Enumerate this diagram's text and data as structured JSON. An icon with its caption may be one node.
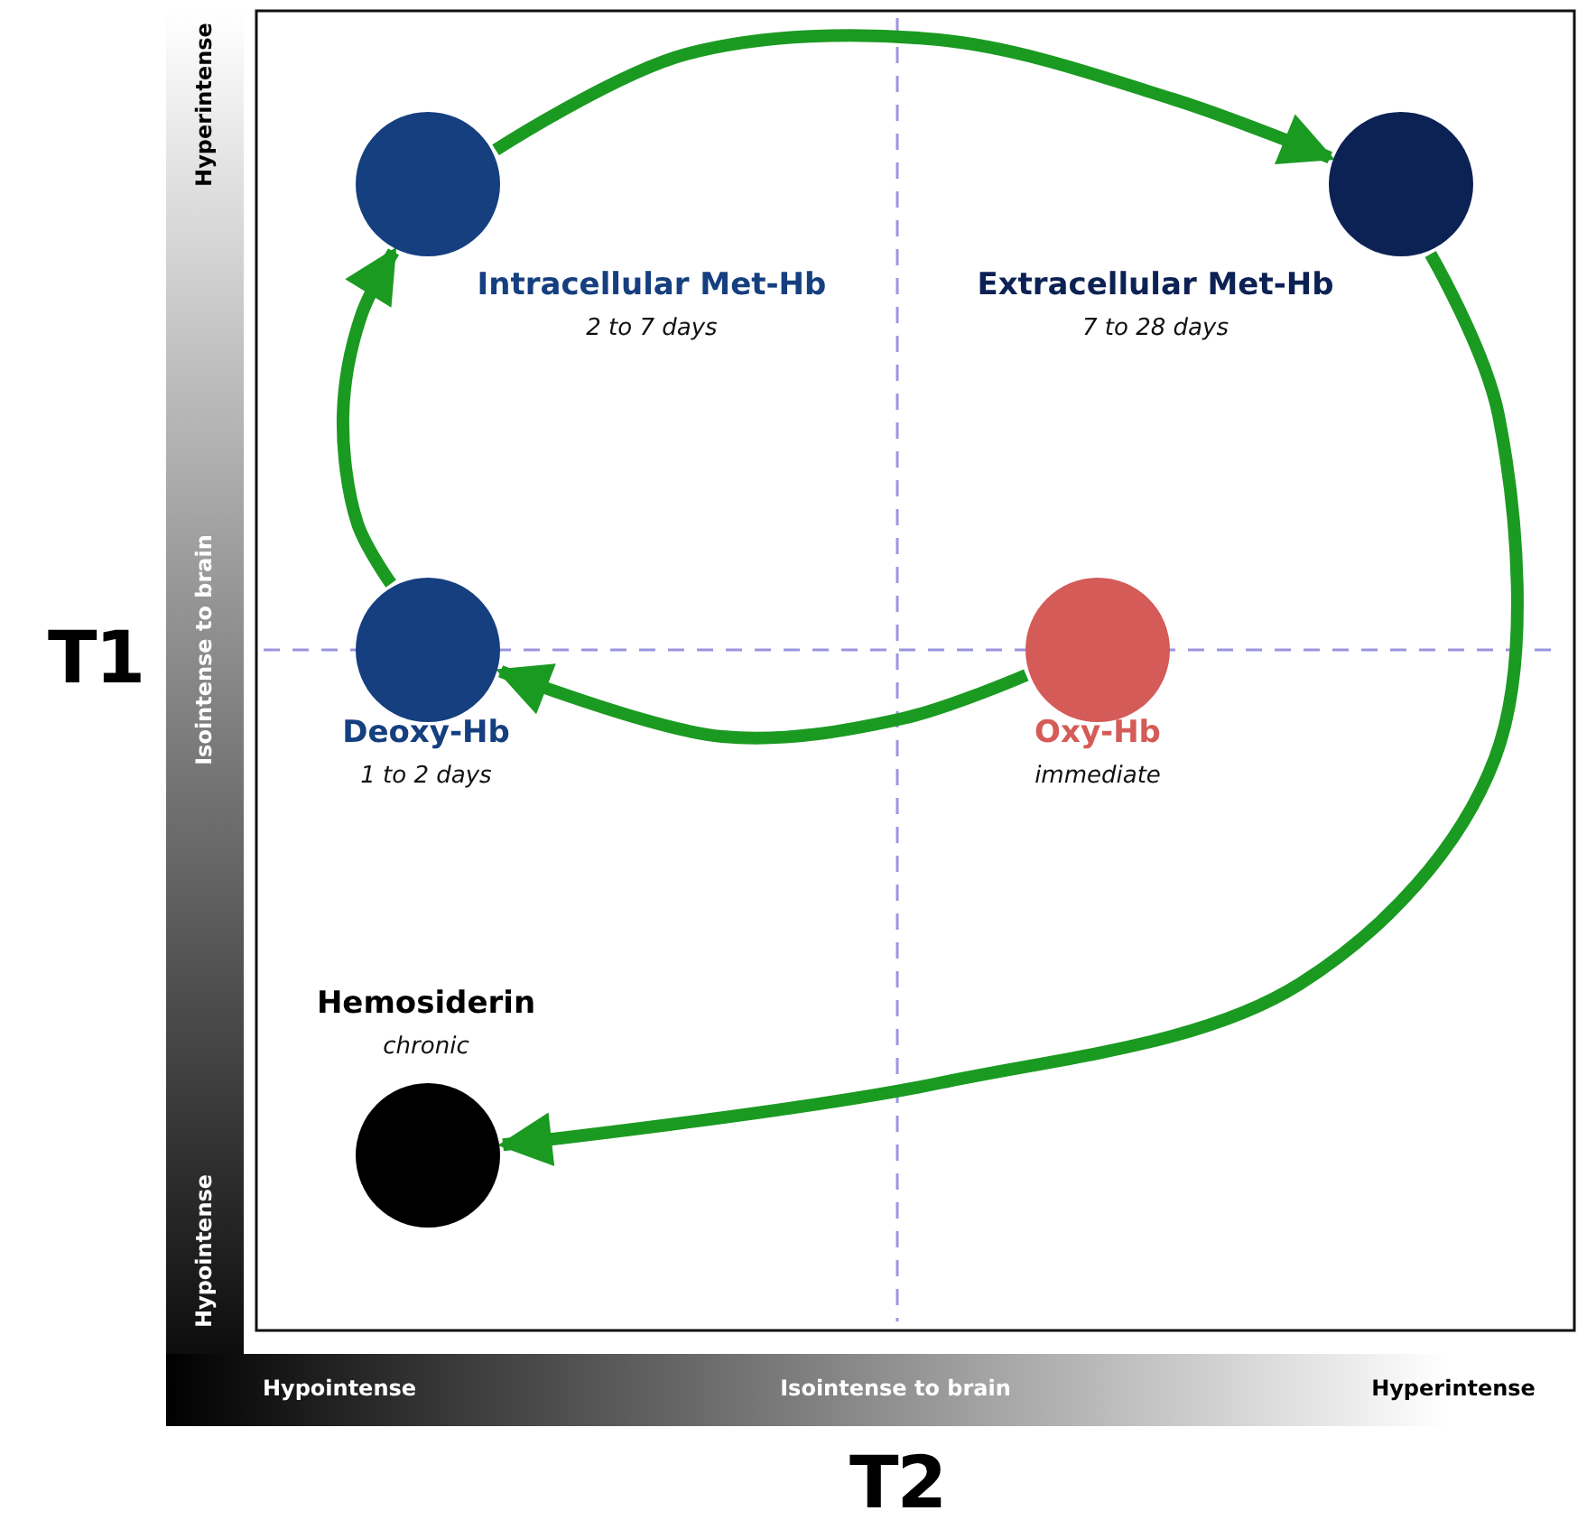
{
  "diagram": {
    "nodes": [
      {
        "text": [
          "Intracellular Met-Hb",
          "2 to 7 days"
        ]
      },
      {
        "text": [
          "Extracellular Met-Hb",
          "7 to 28 days"
        ]
      },
      {
        "text": [
          "Deoxy-Hb",
          "1 to 2 days"
        ]
      },
      {
        "text": [
          "Oxy-Hb",
          "immediate"
        ]
      },
      {
        "text": [
          "Hemosiderin",
          "chronic"
        ]
      }
    ],
    "edges": [
      {
        "from": 3,
        "to": 2,
        "arrow": "to"
      },
      {
        "from": 2,
        "to": 0,
        "arrow": "to"
      },
      {
        "from": 0,
        "to": 1,
        "arrow": "to"
      },
      {
        "from": 1,
        "to": 4,
        "arrow": "to"
      }
    ],
    "labels": [
      "Hyperintense",
      "T1",
      "Isointense to brain",
      "Hypointense",
      "Hypointense",
      "Isointense to brain",
      "Hyperintense",
      "T2"
    ]
  }
}
